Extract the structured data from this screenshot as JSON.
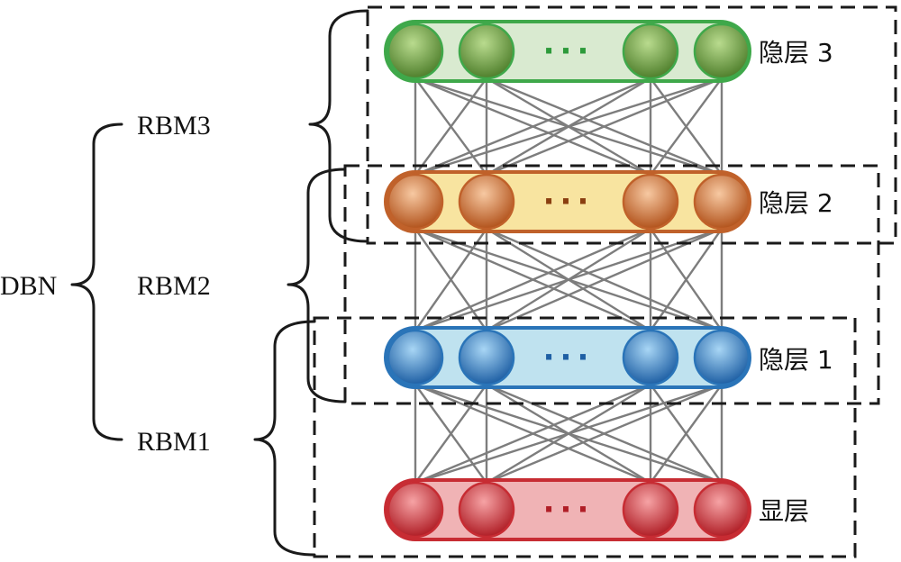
{
  "labels": {
    "dbn": "DBN",
    "rbm3": "RBM3",
    "rbm2": "RBM2",
    "rbm1": "RBM1"
  },
  "layers": [
    {
      "key": "hidden3",
      "label": "隐层 3",
      "ellipsis": "···",
      "fill": "#d9ead0",
      "stroke": "#3fa84a",
      "node_light": "#a6cf7a",
      "node_dark": "#4f7f2c",
      "dots": "#2d9a3a"
    },
    {
      "key": "hidden2",
      "label": "隐层 2",
      "ellipsis": "···",
      "fill": "#f8e4a0",
      "stroke": "#c0612a",
      "node_light": "#f4b98a",
      "node_dark": "#b2531c",
      "dots": "#8a3e10"
    },
    {
      "key": "hidden1",
      "label": "隐层 1",
      "ellipsis": "···",
      "fill": "#bfe2ef",
      "stroke": "#2a74b8",
      "node_light": "#8ec8ee",
      "node_dark": "#1e5fa4",
      "dots": "#1e5fa4"
    },
    {
      "key": "visible",
      "label": "显层",
      "ellipsis": "···",
      "fill": "#f0b3b5",
      "stroke": "#c72c33",
      "node_light": "#f08a8c",
      "node_dark": "#b01e26",
      "dots": "#b01e26"
    }
  ],
  "colors": {
    "connection": "#7d7d7d",
    "dash": "#1a1a1a",
    "brace": "#1a1a1a"
  }
}
